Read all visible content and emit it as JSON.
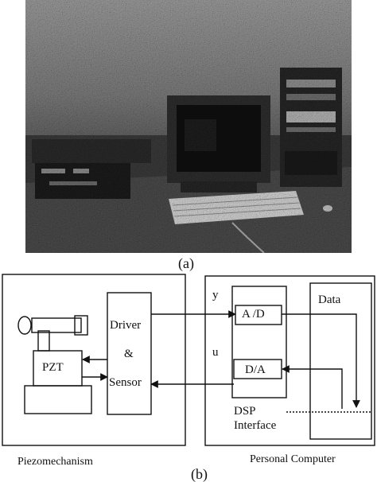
{
  "captions": {
    "a": "(a)",
    "b": "(b)"
  },
  "photo": {
    "description_name": "experimental-setup-photo"
  },
  "diagram": {
    "piezo": {
      "pzt_label": "PZT",
      "caption": "Piezomechanism"
    },
    "driver": {
      "line1": "Driver",
      "line2": "&",
      "line3": "Sensor"
    },
    "pc": {
      "caption": "Personal Computer",
      "signal_y": "y",
      "signal_u": "u",
      "ad_label": "A /D",
      "da_label": "D/A",
      "dsp_line1": "DSP",
      "dsp_line2": "Interface",
      "data_label": "Data"
    }
  },
  "colors": {
    "ink": "#111111",
    "paper": "#ffffff"
  }
}
